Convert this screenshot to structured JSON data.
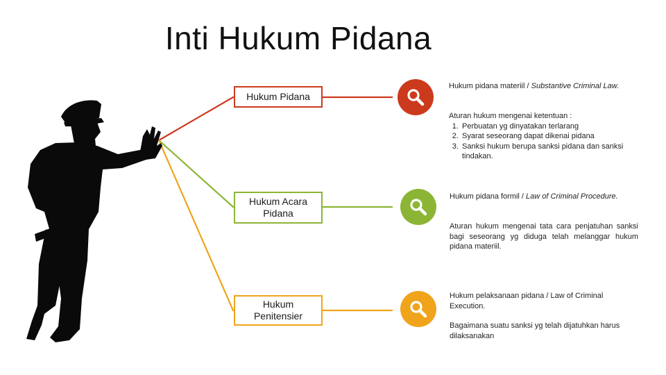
{
  "title": "Inti Hukum Pidana",
  "colors": {
    "red": "#cc3a1e",
    "green": "#8cb535",
    "orange": "#f0a41c",
    "silhouette": "#0a0a0a"
  },
  "icons": [
    "police-silhouette",
    "search-icon"
  ],
  "sections": [
    {
      "box_label": "Hukum Pidana",
      "heading_plain": "Hukum pidana materiil / ",
      "heading_latin": "Substantive Criminal Law.",
      "intro": "Aturan hukum mengenai ketentuan :",
      "items": [
        "Perbuatan yg dinyatakan terlarang",
        "Syarat seseorang dapat dikenai pidana",
        "Sanksi hukum berupa sanksi pidana dan sanksi tindakan."
      ]
    },
    {
      "box_label": "Hukum Acara Pidana",
      "heading_plain": "Hukum pidana formil / ",
      "heading_latin": "Law of Criminal Procedure.",
      "description": "Aturan hukum mengenai tata cara penjatuhan sanksi bagi seseorang yg diduga telah melanggar hukum pidana materiil."
    },
    {
      "box_label": "Hukum Penitensier",
      "heading_plain": "Hukum pelaksanaan pidana / Law of Criminal Execution.",
      "description": "Bagaimana suatu sanksi yg telah dijatuhkan harus dilaksanakan"
    }
  ]
}
